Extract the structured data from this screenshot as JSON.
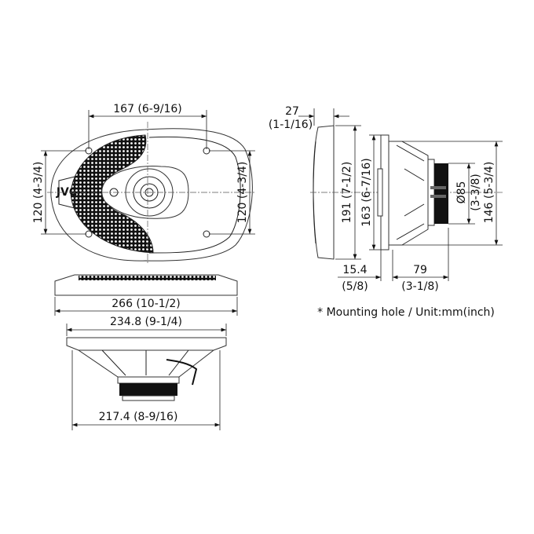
{
  "front_view": {
    "width_label": "167 (6-9/16)",
    "height_left_label": "120 (4-3/4)",
    "height_right_label": "120 (4-3/4)",
    "logo": "JVC"
  },
  "top_view": {
    "overall_width_label": "266 (10-1/2)",
    "mount_width_label": "234.8 (9-1/4)",
    "bottom_width_label": "217.4 (8-9/16)"
  },
  "side_view": {
    "grille_depth_label": "27",
    "grille_depth_inch_label": "(1-1/16)",
    "height_191_label": "191 (7-1/2)",
    "height_163_label": "163 (6-7/16)",
    "magnet_diameter_label": "Ø85",
    "magnet_diameter_inch_label": "(3-3/8)",
    "height_146_label": "146 (5-3/4)",
    "flange_depth_label": "15.4",
    "flange_depth_inch_label": "(5/8)",
    "mount_depth_label": "79",
    "mount_depth_inch_label": "(3-1/8)"
  },
  "note": "* Mounting hole / Unit:mm(inch)"
}
